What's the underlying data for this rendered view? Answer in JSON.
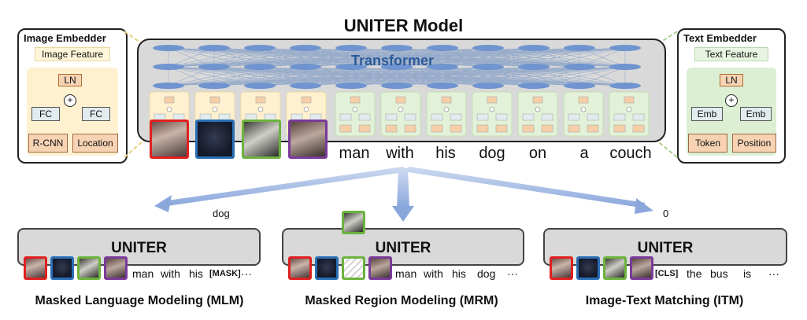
{
  "title": "UNITER Model",
  "image_embedder": {
    "title": "Image Embedder",
    "feature": "Image Feature",
    "ln": "LN",
    "plus": "+",
    "fc_left": "FC",
    "fc_right": "FC",
    "rcnn": "R-CNN",
    "location": "Location"
  },
  "text_embedder": {
    "title": "Text Embedder",
    "feature": "Text Feature",
    "ln": "LN",
    "plus": "+",
    "emb_left": "Emb",
    "emb_right": "Emb",
    "token": "Token",
    "position": "Position"
  },
  "transformer": {
    "label": "Transformer"
  },
  "words": [
    "man",
    "with",
    "his",
    "dog",
    "on",
    "a",
    "couch"
  ],
  "region_colors": [
    "#e02020",
    "#2a6fb5",
    "#6cb33e",
    "#7a3a9a"
  ],
  "tasks": [
    {
      "name": "Masked Language Modeling (MLM)",
      "model": "UNITER",
      "output": "dog",
      "tokens": [
        "man",
        "with",
        "his",
        "[MASK]",
        "···"
      ]
    },
    {
      "name": "Masked Region Modeling (MRM)",
      "model": "UNITER",
      "output": "",
      "tokens": [
        "man",
        "with",
        "his",
        "dog",
        "···"
      ]
    },
    {
      "name": "Image-Text Matching (ITM)",
      "model": "UNITER",
      "output": "0",
      "tokens": [
        "[CLS]",
        "the",
        "bus",
        "is",
        "···"
      ]
    }
  ]
}
